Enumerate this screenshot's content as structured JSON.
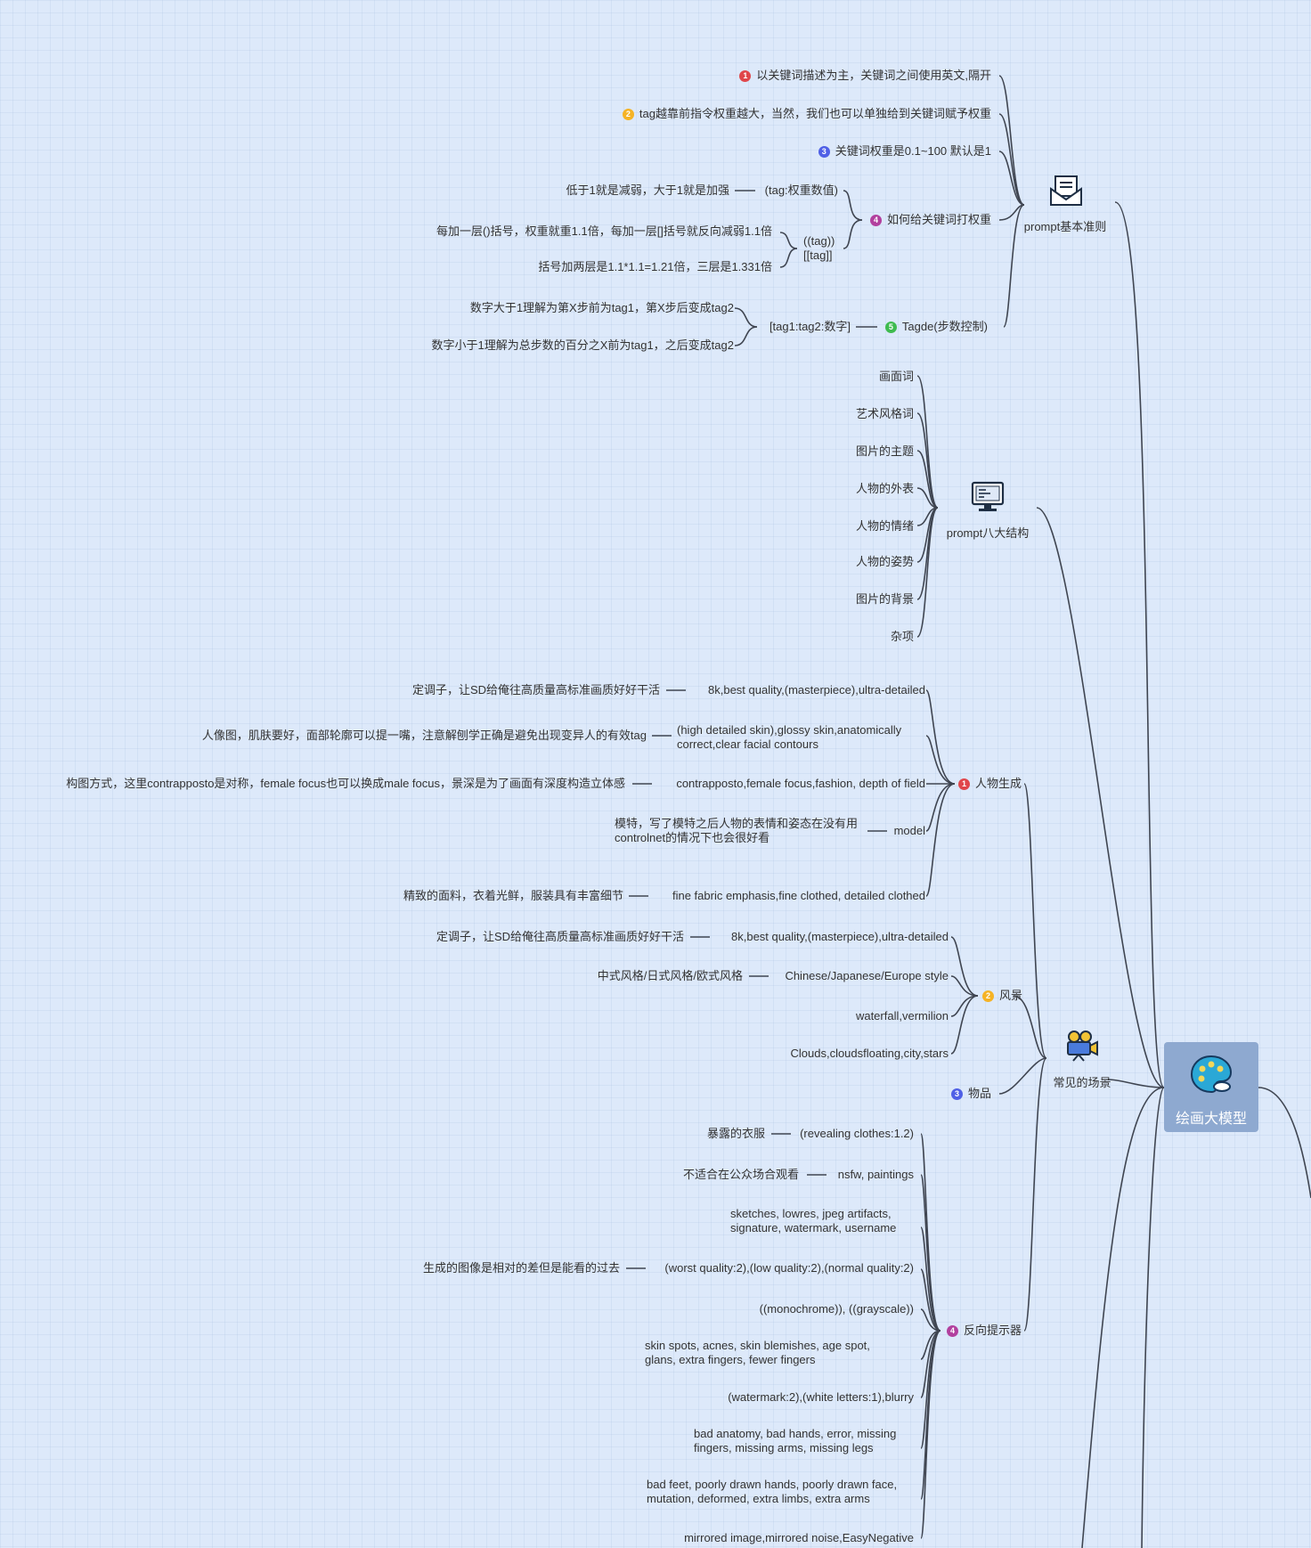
{
  "root": {
    "label": "绘画大模型",
    "icon": "palette-icon"
  },
  "colors": {
    "red": "#e0464b",
    "orange": "#f5b325",
    "blue": "#4f60e6",
    "purple": "#b2409e",
    "green": "#3fbb4f"
  },
  "branches": {
    "basic_rules": {
      "label": "prompt基本准则",
      "icon": "envelope-document-icon",
      "items": {
        "r1": {
          "num": "1",
          "text": "以关键词描述为主，关键词之间使用英文,隔开"
        },
        "r2": {
          "num": "2",
          "text": "tag越靠前指令权重越大，当然，我们也可以单独给到关键词赋予权重"
        },
        "r3": {
          "num": "3",
          "text": "关键词权重是0.1~100 默认是1"
        },
        "r4": {
          "num": "4",
          "text": "如何给关键词打权重",
          "sub1_label": "(tag:权重数值)",
          "sub1_note": "低于1就是减弱，大于1就是加强",
          "sub2_label_line1": "((tag))",
          "sub2_label_line2": "[[tag]]",
          "sub2_note1": "每加一层()括号，权重就重1.1倍，每加一层[]括号就反向减弱1.1倍",
          "sub2_note2": "括号加两层是1.1*1.1=1.21倍，三层是1.331倍"
        },
        "r5": {
          "num": "5",
          "text": "Tagde(步数控制)",
          "sub_label": "[tag1:tag2:数字]",
          "note1": "数字大于1理解为第X步前为tag1，第X步后变成tag2",
          "note2": "数字小于1理解为总步数的百分之X前为tag1，之后变成tag2"
        }
      }
    },
    "structure": {
      "label": "prompt八大结构",
      "icon": "monitor-icon",
      "items": [
        "画面词",
        "艺术风格词",
        "图片的主题",
        "人物的外表",
        "人物的情绪",
        "人物的姿势",
        "图片的背景",
        "杂项"
      ]
    },
    "scenes": {
      "label": "常见的场景",
      "icon": "movie-camera-icon",
      "people": {
        "num": "1",
        "label": "人物生成",
        "items": [
          {
            "value": "8k,best quality,(masterpiece),ultra-detailed",
            "note": "定调子，让SD给俺往高质量高标准画质好好干活"
          },
          {
            "value": "(high detailed skin),glossy skin,anatomically correct,clear facial contours",
            "note": "人像图，肌肤要好，面部轮廓可以提一嘴，注意解刨学正确是避免出现变异人的有效tag"
          },
          {
            "value": "contrapposto,female focus,fashion, depth of field",
            "note": "构图方式，这里contrapposto是对称，female focus也可以换成male focus，景深是为了画面有深度构造立体感"
          },
          {
            "value": "model",
            "note": "模特，写了模特之后人物的表情和姿态在没有用controlnet的情况下也会很好看"
          },
          {
            "value": "fine fabric emphasis,fine clothed, detailed clothed",
            "note": "精致的面料，衣着光鲜，服装具有丰富细节"
          }
        ]
      },
      "landscape": {
        "num": "2",
        "label": "风景",
        "items": [
          {
            "value": "8k,best quality,(masterpiece),ultra-detailed",
            "note": "定调子，让SD给俺往高质量高标准画质好好干活"
          },
          {
            "value": "Chinese/Japanese/Europe style",
            "note": "中式风格/日式风格/欧式风格"
          },
          {
            "value": "waterfall,vermilion"
          },
          {
            "value": "Clouds,cloudsfloating,city,stars"
          }
        ]
      },
      "objects": {
        "num": "3",
        "label": "物品"
      },
      "negative": {
        "num": "4",
        "label": "反向提示器",
        "items": [
          {
            "value": "(revealing clothes:1.2)",
            "note": "暴露的衣服"
          },
          {
            "value": "nsfw, paintings",
            "note": "不适合在公众场合观看"
          },
          {
            "value": "sketches, lowres, jpeg artifacts, signature, watermark, username"
          },
          {
            "value": "(worst quality:2),(low quality:2),(normal quality:2)",
            "note": "生成的图像是相对的差但是能看的过去"
          },
          {
            "value": "((monochrome)), ((grayscale))"
          },
          {
            "value": "skin spots, acnes, skin blemishes, age spot, glans, extra fingers, fewer fingers"
          },
          {
            "value": "(watermark:2),(white letters:1),blurry"
          },
          {
            "value": "bad anatomy, bad hands, error, missing fingers, missing arms, missing legs"
          },
          {
            "value": "bad feet, poorly drawn hands, poorly drawn face, mutation, deformed, extra limbs, extra arms"
          },
          {
            "value": "mirrored image,mirrored noise,EasyNegative"
          }
        ]
      }
    }
  }
}
